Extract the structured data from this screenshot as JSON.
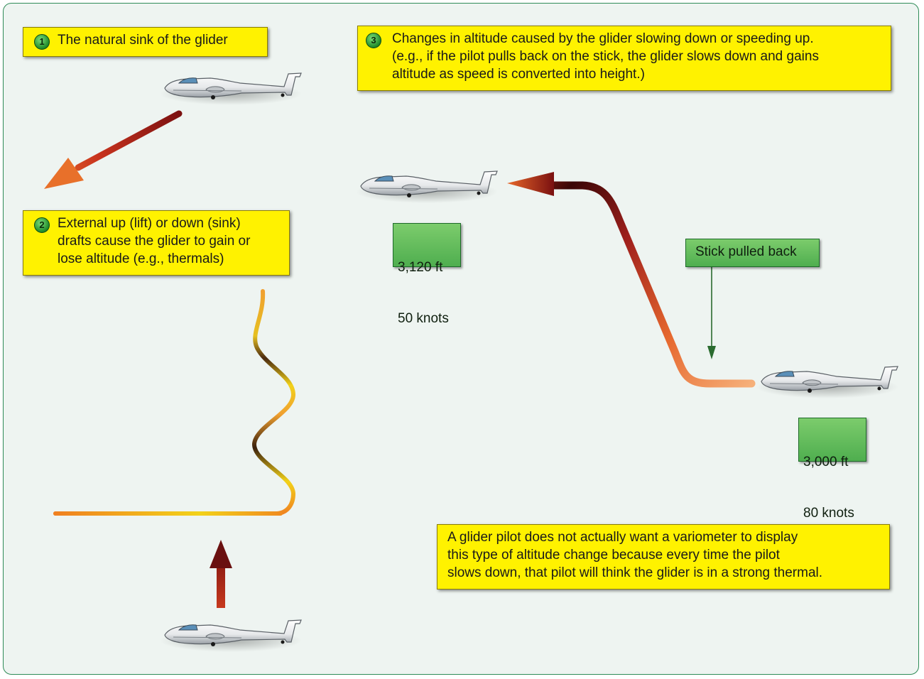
{
  "callouts": {
    "one": {
      "number": "1",
      "text": "The natural sink of the glider"
    },
    "two": {
      "number": "2",
      "line1": "External up (lift) or down (sink)",
      "line2": "drafts cause the glider to gain or",
      "line3": "lose altitude (e.g., thermals)"
    },
    "three": {
      "number": "3",
      "line1": "Changes in altitude caused by the glider slowing down or speeding up.",
      "line2": "(e.g., if the pilot pulls back on the stick, the glider slows down and gains",
      "line3": "altitude as speed is converted into height.)"
    },
    "note": {
      "line1": "A glider pilot does not actually want a variometer to display",
      "line2": "this type of altitude change because every time the pilot",
      "line3": "slows down, that pilot will think the glider is in a strong thermal."
    }
  },
  "readouts": {
    "high": {
      "altitude": "3,120 ft",
      "speed": "50 knots"
    },
    "low": {
      "altitude": "3,000 ft",
      "speed": "80 knots"
    }
  },
  "stick_label": "Stick pulled back",
  "colors": {
    "callout": "#fff200",
    "label_box": "#5cb85c",
    "number_badge": "#2e9e3a",
    "background": "#eef4f1",
    "border": "#2e8b57"
  },
  "icons": [
    "glider-icon",
    "sink-arrow",
    "climb-arrow",
    "updraft-arrow",
    "thermal-ribbon"
  ]
}
